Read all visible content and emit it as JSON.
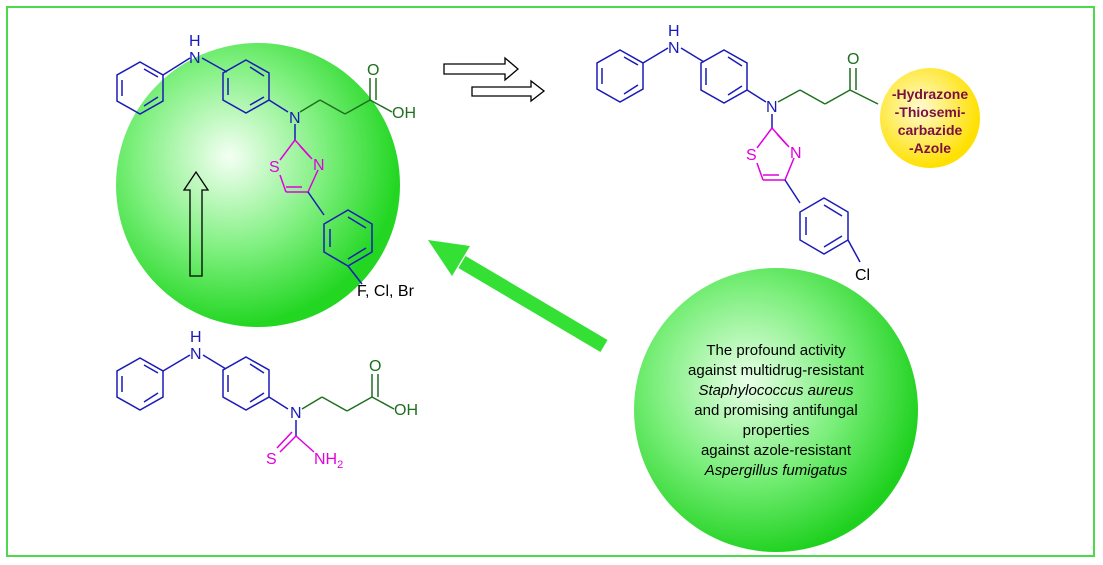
{
  "structure_main": {
    "nh_label": "H",
    "n_label": "N",
    "nh_n": "N",
    "oxygen_top": "O",
    "oh_label": "OH",
    "thiazole_s": "S",
    "thiazole_n": "N",
    "halogens": "F, Cl, Br"
  },
  "structure_right": {
    "nh_label": "H",
    "nh_n": "N",
    "n_label": "N",
    "oxygen_top": "O",
    "thiazole_s": "S",
    "thiazole_n": "N",
    "chlorine": "Cl"
  },
  "structure_bottom": {
    "nh_label": "H",
    "nh_n": "N",
    "n_label": "N",
    "oxygen_top": "O",
    "oh_label": "OH",
    "sulfur": "S",
    "nh2_label": "NH",
    "nh2_sub": "2"
  },
  "derivatives": {
    "line1": "-Hydrazone",
    "line2": "-Thiosemi-",
    "line3": "carbazide",
    "line4": "-Azole"
  },
  "activity": {
    "line1": "The profound activity",
    "line2": "against multidrug-resistant",
    "line3": "Staphylococcus aureus",
    "line4": "and promising antifungal",
    "line5": "properties",
    "line6": "against azole-resistant",
    "line7": "Aspergillus fumigatus"
  },
  "colors": {
    "frame": "#4cd94c",
    "sphere_green": "#3ee83e",
    "sphere_yellow": "#ffe81a",
    "arrow_green": "#33e033",
    "blue": "#1a1ab8",
    "dark_green": "#1f6f1f",
    "magenta": "#e000e0",
    "derivative_text": "#7a1040"
  }
}
